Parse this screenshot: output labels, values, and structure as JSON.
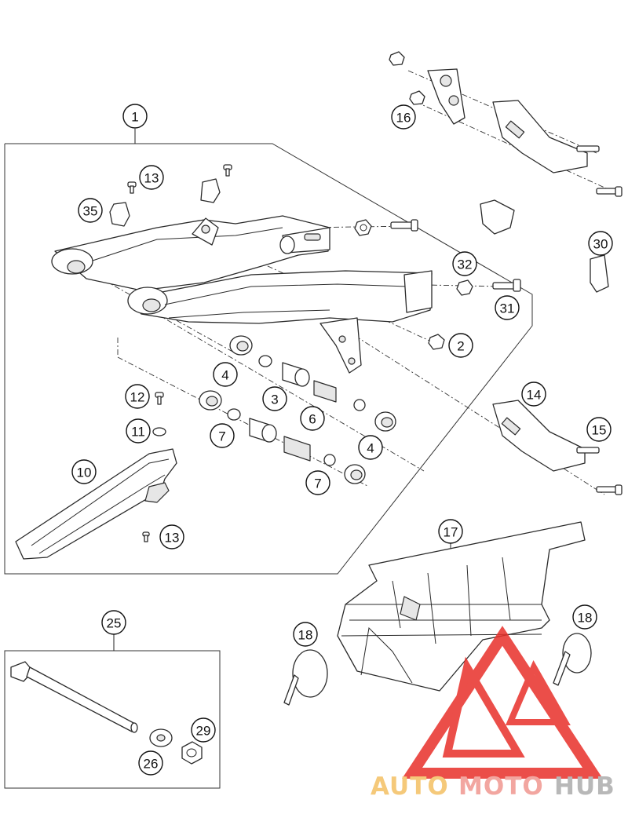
{
  "callouts": {
    "c1": "1",
    "c2": "2",
    "c3": "3",
    "c4a": "4",
    "c4b": "4",
    "c6": "6",
    "c7a": "7",
    "c7b": "7",
    "c10": "10",
    "c11": "11",
    "c12": "12",
    "c13a": "13",
    "c13b": "13",
    "c14": "14",
    "c15": "15",
    "c16": "16",
    "c17": "17",
    "c18a": "18",
    "c18b": "18",
    "c25": "25",
    "c26": "26",
    "c29": "29",
    "c30": "30",
    "c31": "31",
    "c32": "32",
    "c35": "35"
  },
  "watermark": {
    "part1": "AUTO",
    "part2": "MOTO",
    "part3": "HUB",
    "color1": "#f5c97a",
    "color2": "#f2a6a0",
    "color3": "#b8b8b8",
    "triangle_color": "#e8302a"
  }
}
